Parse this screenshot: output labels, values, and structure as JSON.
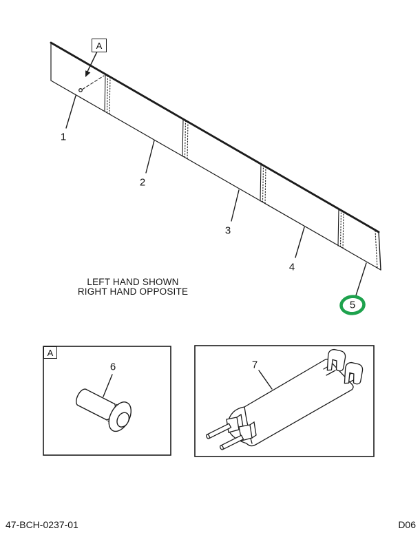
{
  "colors": {
    "ink": "#1c1c1c",
    "highlight_green": "#1ea24d"
  },
  "main_view": {
    "note_line1": "LEFT HAND SHOWN",
    "note_line2": "RIGHT HAND OPPOSITE",
    "detail_marker": "A",
    "callout_1": "1",
    "callout_2": "2",
    "callout_3": "3",
    "callout_4": "4",
    "callout_5": "5"
  },
  "detail_a": {
    "box_label": "A",
    "callout_6": "6"
  },
  "detail_b": {
    "callout_7": "7"
  },
  "footer": {
    "drawing_number": "47-BCH-0237-01",
    "page_code": "D06"
  }
}
